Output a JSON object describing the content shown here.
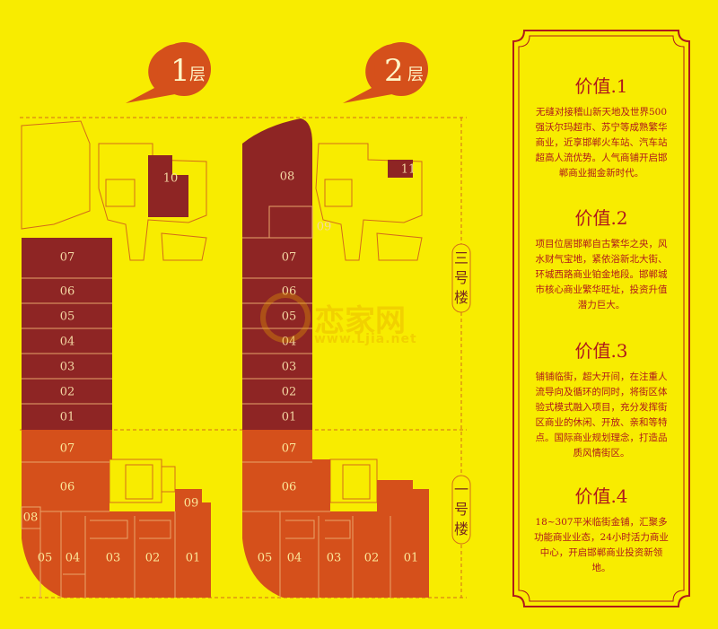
{
  "floors": [
    {
      "label_number": "1",
      "label_suffix": "层",
      "upper_units": [
        "07",
        "06",
        "05",
        "04",
        "03",
        "02",
        "01"
      ],
      "lower_units": [
        "07",
        "06",
        "09",
        "08",
        "05",
        "04",
        "03",
        "02",
        "01"
      ],
      "annex_unit": "10"
    },
    {
      "label_number": "2",
      "label_suffix": "层",
      "upper_units": [
        "08",
        "09",
        "07",
        "06",
        "05",
        "04",
        "03",
        "02",
        "01"
      ],
      "lower_units": [
        "07",
        "06",
        "05",
        "04",
        "03",
        "02",
        "01"
      ],
      "annex_unit": "11"
    }
  ],
  "buildings": {
    "upper": [
      "三",
      "号",
      "楼"
    ],
    "lower": [
      "一",
      "号",
      "楼"
    ]
  },
  "watermark": {
    "brand": "恋家网",
    "url": "www.Ljia.net"
  },
  "values": [
    {
      "title": "价值.1",
      "body": "无缝对接稽山新天地及世界500强沃尔玛超市、苏宁等成熟繁华商业，近享邯郸火车站、汽车站超高人流优势。人气商铺开启邯郸商业掘金新时代。"
    },
    {
      "title": "价值.2",
      "body": "项目位居邯郸自古繁华之央，风水财气宝地，紧依浴新北大街、环城西路商业铂金地段。邯郸城市核心商业繁华旺址，投资升值潜力巨大。"
    },
    {
      "title": "价值.3",
      "body": "铺铺临街，超大开间，在注重人流导向及循环的同时，将街区体验式模式融入项目，充分发挥街区商业的休闲、开放、亲和等特点。国际商业规划理念，打造品质风情街区。"
    },
    {
      "title": "价值.4",
      "body": "18~307平米临街金铺，汇聚多功能商业业态，24小时活力商业中心，开启邯郸商业投资新领地。"
    }
  ],
  "colors": {
    "background": "#f8ec00",
    "upper_fill": "#8e2524",
    "lower_fill": "#d5501b",
    "outline": "#d36b1a",
    "accent": "#b0191c"
  }
}
